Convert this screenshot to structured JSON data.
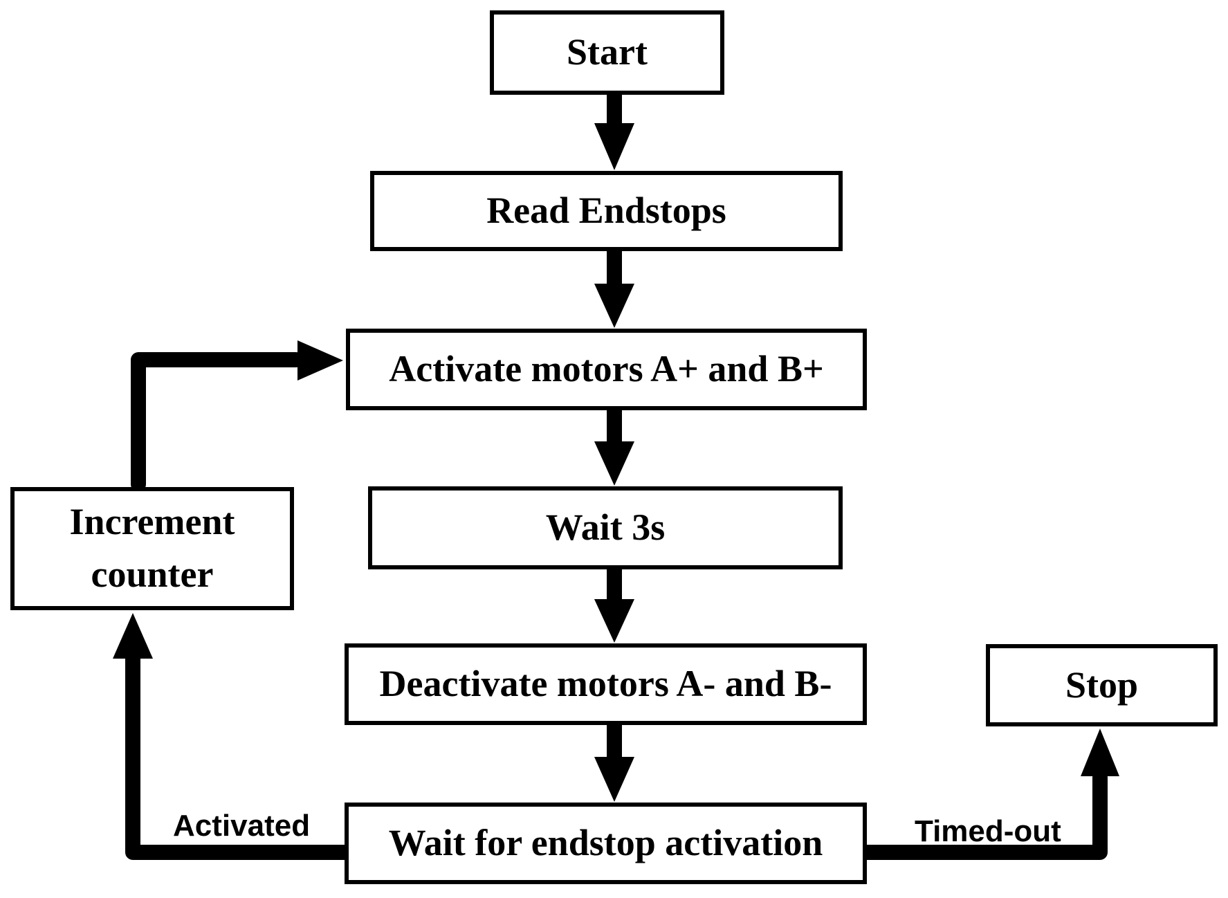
{
  "diagram": {
    "type": "flowchart",
    "colors": {
      "background": "#ffffff",
      "line": "#000000",
      "text": "#000000"
    },
    "nodes": {
      "start": {
        "label": "Start"
      },
      "read_endstops": {
        "label": "Read Endstops"
      },
      "activate_motors": {
        "label": "Activate motors A+ and B+"
      },
      "wait_3s": {
        "label": "Wait 3s"
      },
      "deactivate_motors": {
        "label": "Deactivate motors A- and B-"
      },
      "wait_endstop": {
        "label": "Wait for endstop activation"
      },
      "increment_counter": {
        "label": "Increment\ncounter"
      },
      "stop": {
        "label": "Stop"
      }
    },
    "edge_labels": {
      "activated": "Activated",
      "timed_out": "Timed-out"
    },
    "connections": [
      {
        "from": "Start",
        "to": "Read Endstops",
        "label": ""
      },
      {
        "from": "Read Endstops",
        "to": "Activate motors A+ and B+",
        "label": ""
      },
      {
        "from": "Activate motors A+ and B+",
        "to": "Wait 3s",
        "label": ""
      },
      {
        "from": "Wait 3s",
        "to": "Deactivate motors A- and B-",
        "label": ""
      },
      {
        "from": "Deactivate motors A- and B-",
        "to": "Wait for endstop activation",
        "label": ""
      },
      {
        "from": "Wait for endstop activation",
        "to": "Increment counter",
        "label": "Activated"
      },
      {
        "from": "Increment counter",
        "to": "Activate motors A+ and B+",
        "label": ""
      },
      {
        "from": "Wait for endstop activation",
        "to": "Stop",
        "label": "Timed-out"
      }
    ]
  }
}
